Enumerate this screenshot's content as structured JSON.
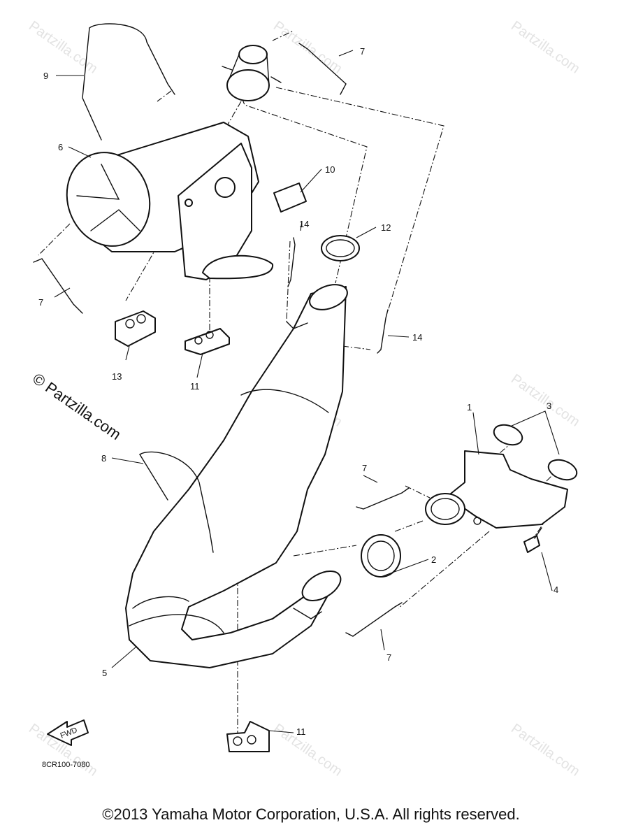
{
  "diagram": {
    "callouts": [
      "1",
      "2",
      "3",
      "4",
      "5",
      "6",
      "7",
      "8",
      "9",
      "10",
      "11",
      "12",
      "13",
      "14"
    ],
    "diagram_code": "8CR100-7080",
    "fwd_label": "FWD",
    "watermark": "Partzilla.com",
    "watermark_prominent": "© Partzilla.com"
  },
  "footer": {
    "copyright": "©2013 Yamaha Motor Corporation, U.S.A. All rights reserved."
  }
}
